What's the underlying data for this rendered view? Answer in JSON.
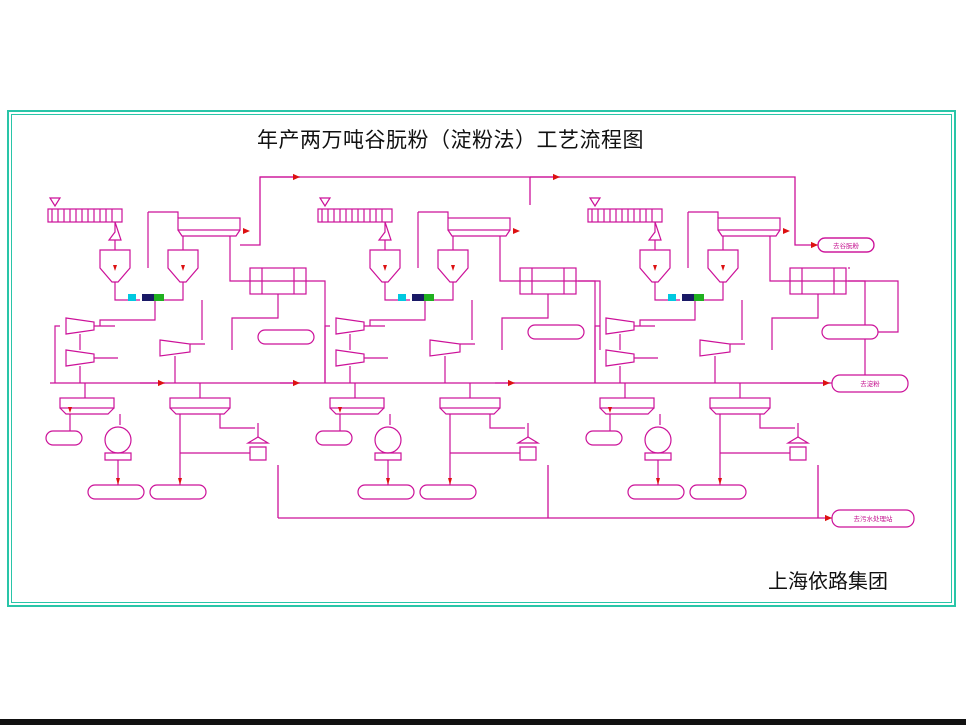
{
  "title": "年产两万吨谷朊粉（淀粉法）工艺流程图",
  "company": "上海依路集团",
  "colors": {
    "line": "#cc1199",
    "frame": "#29c5a8",
    "arrow": "#dd1111",
    "text": "#111111"
  },
  "icons": {
    "screw_feeder": "screw-conveyor-icon",
    "hopper": "hopper-icon",
    "mixer": "mixer-icon",
    "decanter": "horizontal-decanter-icon",
    "cyclone": "hydrocyclone-icon",
    "filter": "vacuum-filter-icon",
    "pump": "pump-icon",
    "sieve": "sieve-icon",
    "terminal": "terminal-icon"
  },
  "outputs": {
    "o1": "去谷朊粉",
    "o2": "去淀粉",
    "o3": "去污水处理站"
  }
}
